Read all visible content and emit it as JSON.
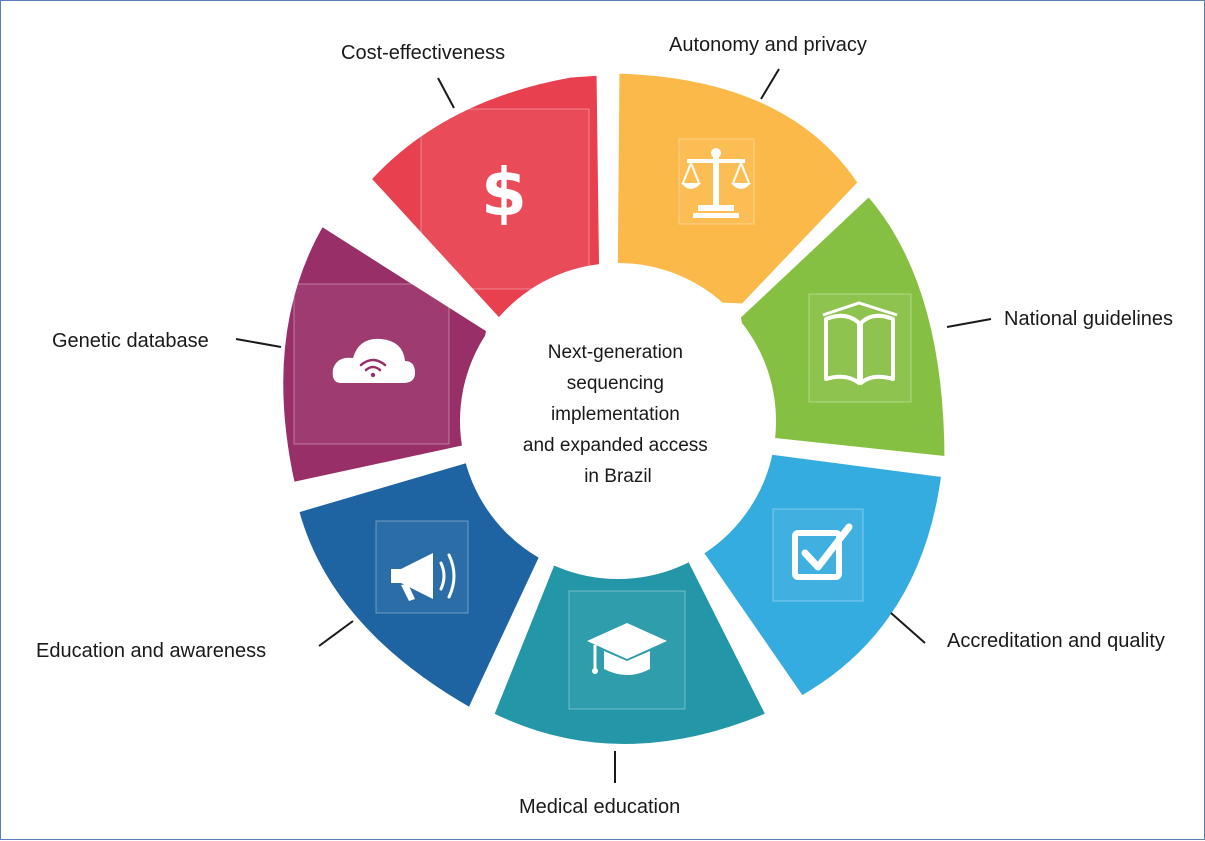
{
  "center": {
    "lines": [
      "Next-generation",
      "sequencing",
      "implementation",
      "and expanded access",
      "in Brazil"
    ]
  },
  "segments": [
    {
      "key": "cost",
      "label": "Cost-effectiveness",
      "color": "#e8404f",
      "icon": "dollar-icon"
    },
    {
      "key": "autonomy",
      "label": "Autonomy and privacy",
      "color": "#fbb94a",
      "icon": "scales-icon"
    },
    {
      "key": "guidelines",
      "label": "National guidelines",
      "color": "#86c043",
      "icon": "book-icon"
    },
    {
      "key": "accreditation",
      "label": "Accreditation and quality",
      "color": "#35ace0",
      "icon": "checkbox-icon"
    },
    {
      "key": "medical",
      "label": "Medical education",
      "color": "#2397a7",
      "icon": "graduation-cap-icon"
    },
    {
      "key": "education",
      "label": "Education and awareness",
      "color": "#1e64a2",
      "icon": "megaphone-icon"
    },
    {
      "key": "database",
      "label": "Genetic database",
      "color": "#982f68",
      "icon": "cloud-wifi-icon"
    }
  ]
}
